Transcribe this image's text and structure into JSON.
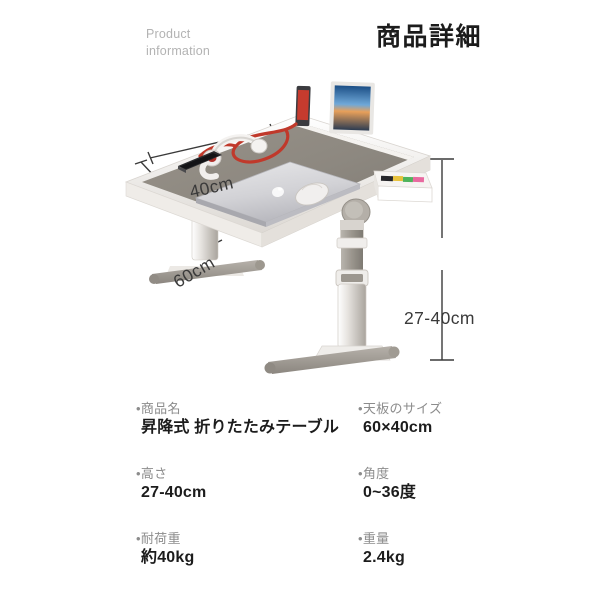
{
  "header": {
    "eyebrow": "Product\ninformation",
    "title": "商品詳細"
  },
  "illustration": {
    "alt_name": "height-adjustable-folding-table",
    "dimensions": {
      "width_label": "40cm",
      "depth_label": "60cm",
      "height_label": "27-40cm"
    },
    "items_on_desk": [
      "laptop",
      "headphones",
      "smartphone",
      "tablet",
      "mouse",
      "red-cable",
      "markers-in-drawer"
    ],
    "colors": {
      "desktop_surface": "#8d8880",
      "desktop_edge": "#f2f0ee",
      "frame_light": "#e9e7e4",
      "frame_mid": "#b8b4ad",
      "frame_dark": "#8e8a83",
      "dimension_line": "#3a3a3a",
      "tablet_screen_top": "#1c4f86",
      "cable_red": "#c0392b"
    }
  },
  "specs": {
    "rows": [
      {
        "left": {
          "label": "•商品名",
          "value": "昇降式 折りたたみテーブル"
        },
        "right": {
          "label": "•天板のサイズ",
          "value": "60×40cm"
        }
      },
      {
        "left": {
          "label": "•高さ",
          "value": "27-40cm"
        },
        "right": {
          "label": "•角度",
          "value": "0~36度"
        }
      },
      {
        "left": {
          "label": "•耐荷重",
          "value": "約40kg"
        },
        "right": {
          "label": "•重量",
          "value": "2.4kg"
        }
      }
    ]
  }
}
